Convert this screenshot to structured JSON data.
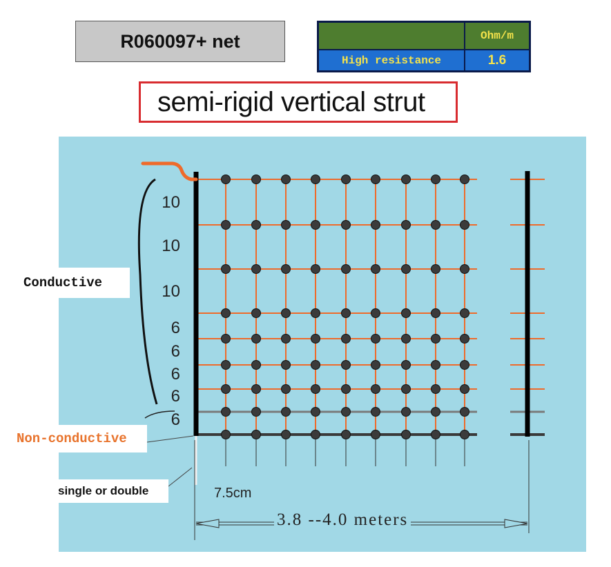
{
  "product": {
    "code": "R060097+ net"
  },
  "spec": {
    "unit_header": "Ohm/m",
    "resistance_label": "High resistance",
    "resistance_value": "1.6",
    "colors": {
      "header_green": "#4e7d2f",
      "row_blue": "#1f6fd1",
      "value_yellow": "#f5e34b"
    }
  },
  "title": "semi-rigid vertical strut",
  "diagram": {
    "spacings": [
      "10",
      "10",
      "10",
      "6",
      "6",
      "6",
      "6",
      "6"
    ],
    "conductive_label": "Conductive",
    "non_conductive_label": "Non-conductive",
    "post_label": "single or double",
    "strut_spacing": "7.5cm",
    "length_label": "3.8 --4.0 meters",
    "colors": {
      "conductive_wire": "#ef6a2a",
      "non_conductive_wire": "#7a7a7a",
      "bottom_wire": "#3a3a3a",
      "post": "#000000",
      "node": "#3b3b3b",
      "background": "#a1d8e6",
      "non_conductive_text": "#e8732c"
    }
  }
}
